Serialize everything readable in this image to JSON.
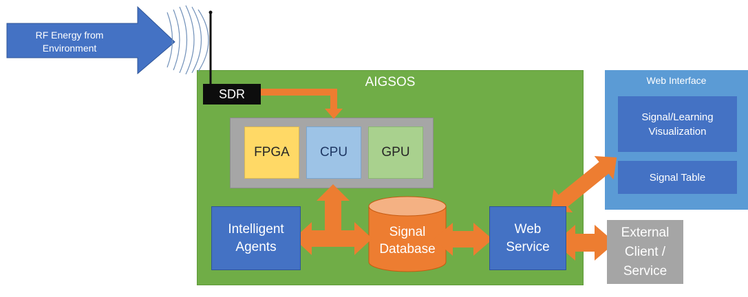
{
  "rf_input": {
    "label": "RF Energy from\nEnvironment"
  },
  "system": {
    "title": "AIGSOS",
    "sdr": "SDR",
    "processors": [
      {
        "label": "FPGA",
        "color": "#ffd966"
      },
      {
        "label": "CPU",
        "color": "#9dc3e6"
      },
      {
        "label": "GPU",
        "color": "#a9d18e"
      }
    ],
    "agents": "Intelligent\nAgents",
    "database": "Signal\nDatabase",
    "web_service": "Web\nService"
  },
  "web_interface": {
    "title": "Web Interface",
    "visualization": "Signal/Learning\nVisualization",
    "table": "Signal Table"
  },
  "external": "External\nClient /\nService",
  "colors": {
    "system_bg": "#70ad47",
    "arrow": "#ed7d31",
    "node_blue": "#4472c4",
    "web_interface_bg": "#5b9bd5",
    "external_bg": "#a5a5a5"
  }
}
